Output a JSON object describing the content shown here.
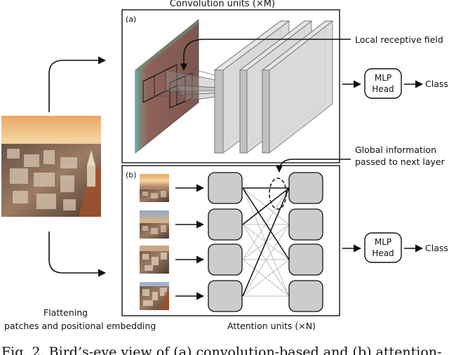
{
  "top_panel": {
    "title": "Convolution units (×M)",
    "tag": "(a)",
    "callout": "Local receptive field",
    "mlp_line1": "MLP",
    "mlp_line2": "Head",
    "output": "Class"
  },
  "bottom_panel": {
    "tag": "(b)",
    "callout_line1": "Global information",
    "callout_line2": "passed to next layer",
    "mlp_line1": "MLP",
    "mlp_line2": "Head",
    "output": "Class",
    "label_patches_line1": "Flattening",
    "label_patches_line2": "patches and positional embedding",
    "label_attention": "Attention units (×N)"
  },
  "caption": {
    "text": "Fig. 2. Bird’s-eye view of (a) convolution-based and (b) attention-"
  },
  "colors": {
    "layer_fill": "#d9d9d9",
    "node_fill": "#cccccc",
    "feature_map": "#8b5e57",
    "feature_edge": "#5fa8b5"
  },
  "icons": {
    "source_image": "city-photo-icon",
    "patch": "city-patch-icon"
  }
}
